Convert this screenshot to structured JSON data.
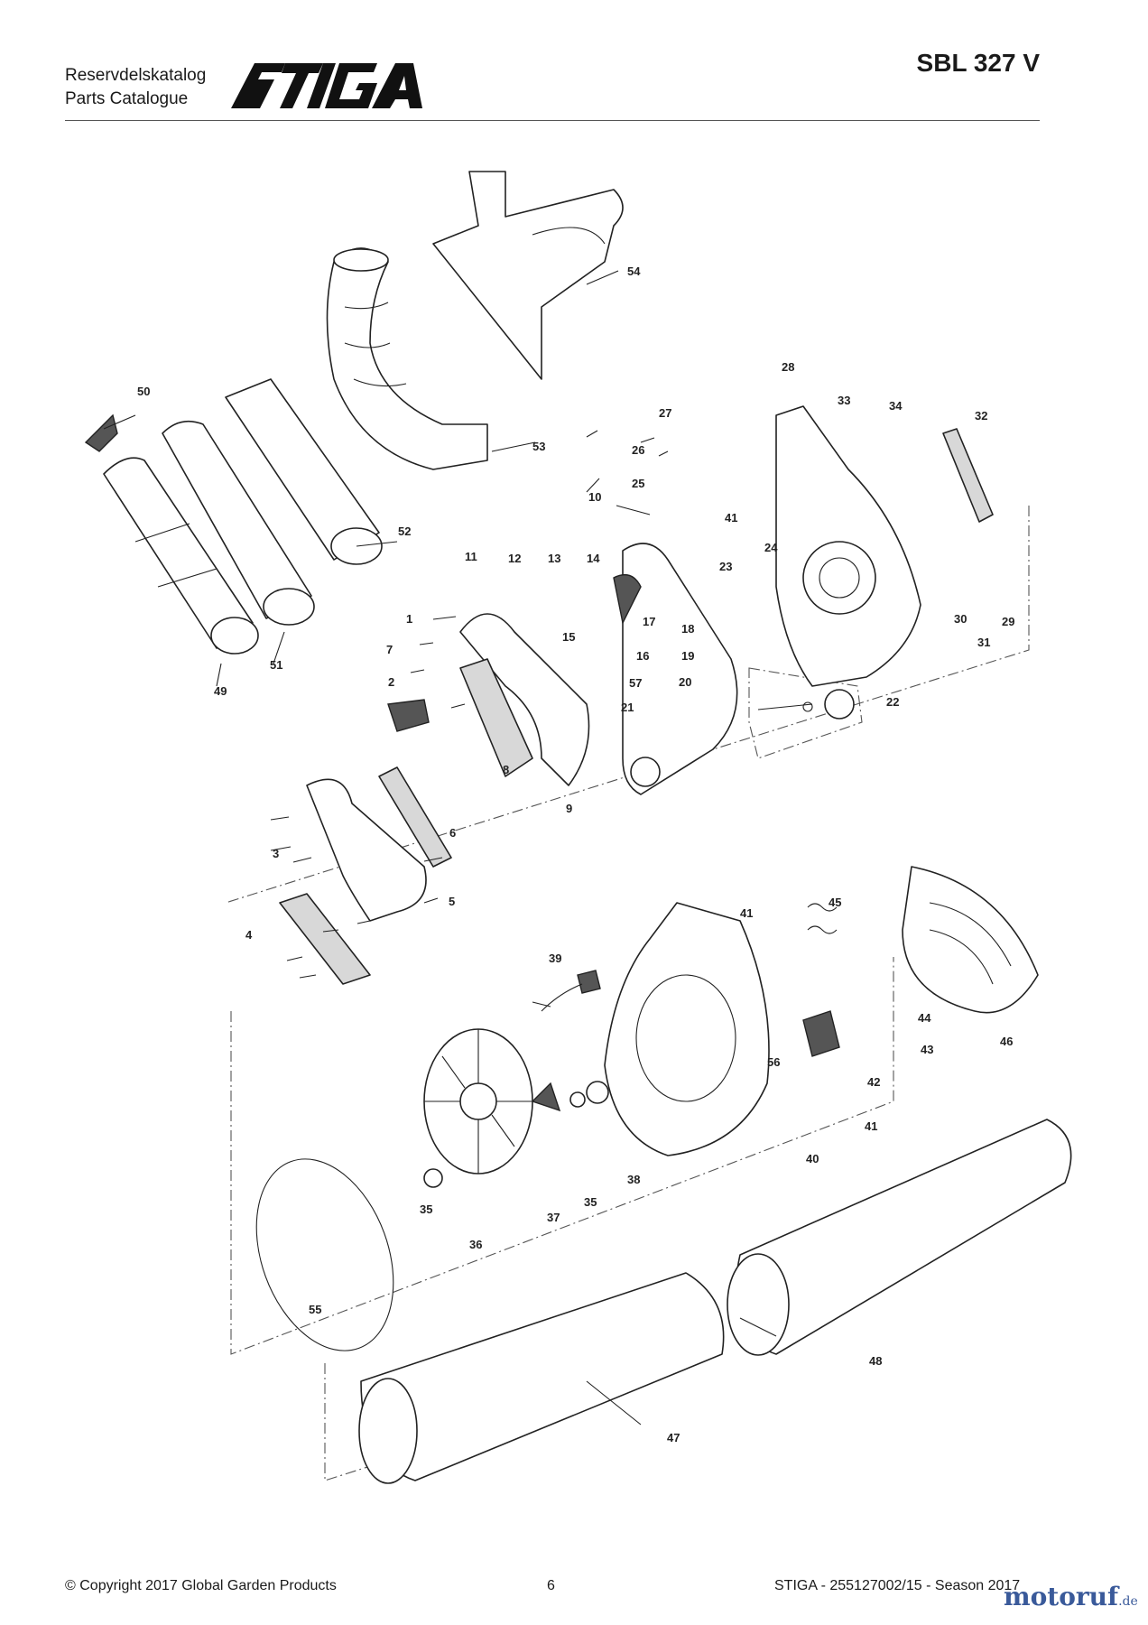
{
  "header": {
    "catalog_sv": "Reservdelskatalog",
    "catalog_en": "Parts Catalogue",
    "brand": "STIGA",
    "model": "SBL 327 V"
  },
  "footer": {
    "copyright": "© Copyright 2017 Global Garden Products",
    "page": "6",
    "doc_ref": "STIGA - 255127002/15 - Season 2017",
    "watermark": "motoruf",
    "watermark_tld": ".de"
  },
  "callouts": [
    "1",
    "2",
    "3",
    "4",
    "5",
    "6",
    "7",
    "8",
    "9",
    "10",
    "11",
    "12",
    "13",
    "14",
    "15",
    "16",
    "17",
    "18",
    "19",
    "20",
    "21",
    "22",
    "23",
    "24",
    "25",
    "26",
    "27",
    "28",
    "29",
    "30",
    "31",
    "32",
    "33",
    "34",
    "35",
    "36",
    "37",
    "38",
    "39",
    "40",
    "41",
    "42",
    "43",
    "44",
    "45",
    "46",
    "47",
    "48",
    "49",
    "50",
    "51",
    "52",
    "53",
    "54",
    "55",
    "56",
    "57"
  ]
}
